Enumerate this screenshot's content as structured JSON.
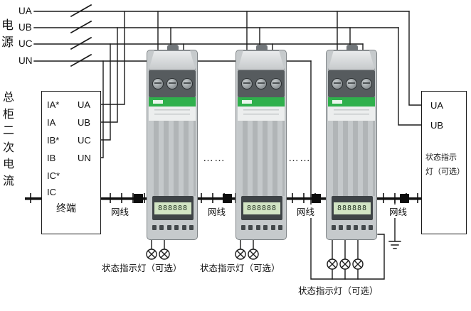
{
  "power": {
    "side_label": "电源",
    "lines": [
      "UA",
      "UB",
      "UC",
      "UN"
    ]
  },
  "left_panel": {
    "side_label": "总柜二次电流",
    "current_rows": [
      "IA*",
      "IA",
      "IB*",
      "IB",
      "IC*",
      "IC"
    ],
    "voltage_rows": [
      "UA",
      "UB",
      "UC",
      "UN"
    ],
    "title": "终端"
  },
  "bus": {
    "labels": [
      "网线",
      "网线",
      "网线",
      "网线"
    ]
  },
  "separators": {
    "dots": [
      "……",
      "……"
    ]
  },
  "meters": {
    "display": "888888"
  },
  "lamps": {
    "labels": [
      "状态指示灯（可选）",
      "状态指示灯（可选）",
      "状态指示灯（可选）"
    ]
  },
  "right_panel": {
    "rows": [
      "UA",
      "UB"
    ],
    "note": [
      "状态指示",
      "灯（可选）"
    ]
  },
  "colors": {
    "wire": "#1a1a1a",
    "bus": "#111111",
    "meter_green": "#2fb04c",
    "lcd": "#d2e4c4"
  }
}
